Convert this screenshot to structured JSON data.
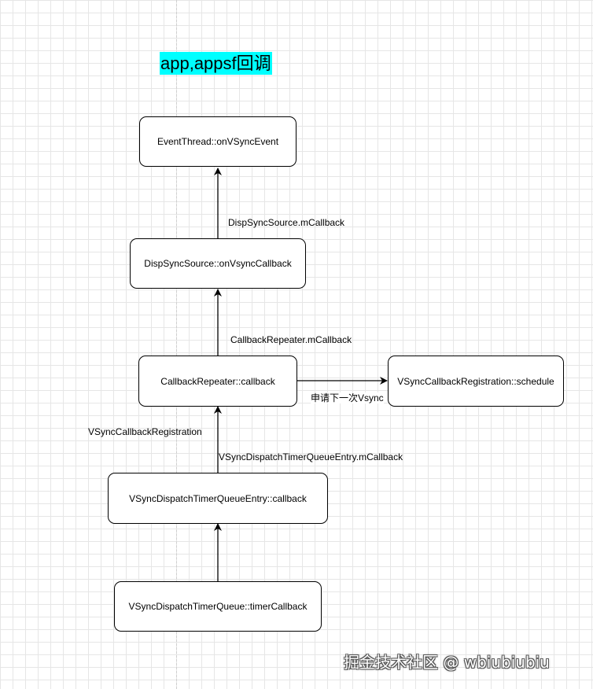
{
  "title": "app,appsf回调",
  "nodes": {
    "event_thread": "EventThread::onVSyncEvent",
    "disp_sync_source": "DispSyncSource::onVsyncCallback",
    "callback_repeater": "CallbackRepeater::callback",
    "vsync_registration_schedule": "VSyncCallbackRegistration::schedule",
    "timer_queue_entry": "VSyncDispatchTimerQueueEntry::callback",
    "timer_queue": "VSyncDispatchTimerQueue::timerCallback"
  },
  "edge_labels": {
    "disp_sync_callback": "DispSyncSource.mCallback",
    "repeater_callback": "CallbackRepeater.mCallback",
    "request_next_vsync": "申请下一次Vsync",
    "registration": "VSyncCallbackRegistration",
    "entry_callback": "VSyncDispatchTimerQueueEntry.mCallback"
  },
  "watermark": "掘金技术社区 @ wbiubiubiu"
}
